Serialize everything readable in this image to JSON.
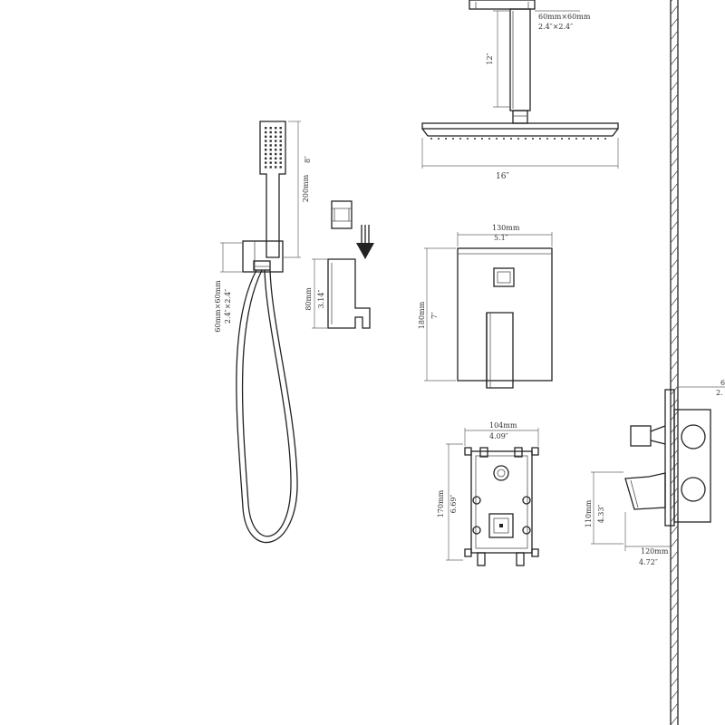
{
  "rain_shower": {
    "arm_size_mm": "60mm×60mm",
    "arm_size_in": "2.4″×2.4″",
    "arm_length": "12″",
    "head_width": "16″"
  },
  "hand_shower": {
    "length_mm": "200mm",
    "length_in": "8″",
    "bracket_mm": "60mm×60mm",
    "bracket_in": "2.4″×2.4″",
    "holder_mm": "80mm",
    "holder_in": "3.14″"
  },
  "trim_plate": {
    "width_mm": "130mm",
    "width_in": "5.1″",
    "height_mm": "180mm",
    "height_in": "7″"
  },
  "valve_body": {
    "width_mm": "104mm",
    "width_in": "4.09″",
    "height_mm": "170mm",
    "height_in": "6.69″"
  },
  "side_view": {
    "height_mm": "110mm",
    "height_in": "4.33″",
    "depth_mm": "120mm",
    "depth_in": "4.72″",
    "cut_top": "6",
    "cut_bottom": "2."
  }
}
